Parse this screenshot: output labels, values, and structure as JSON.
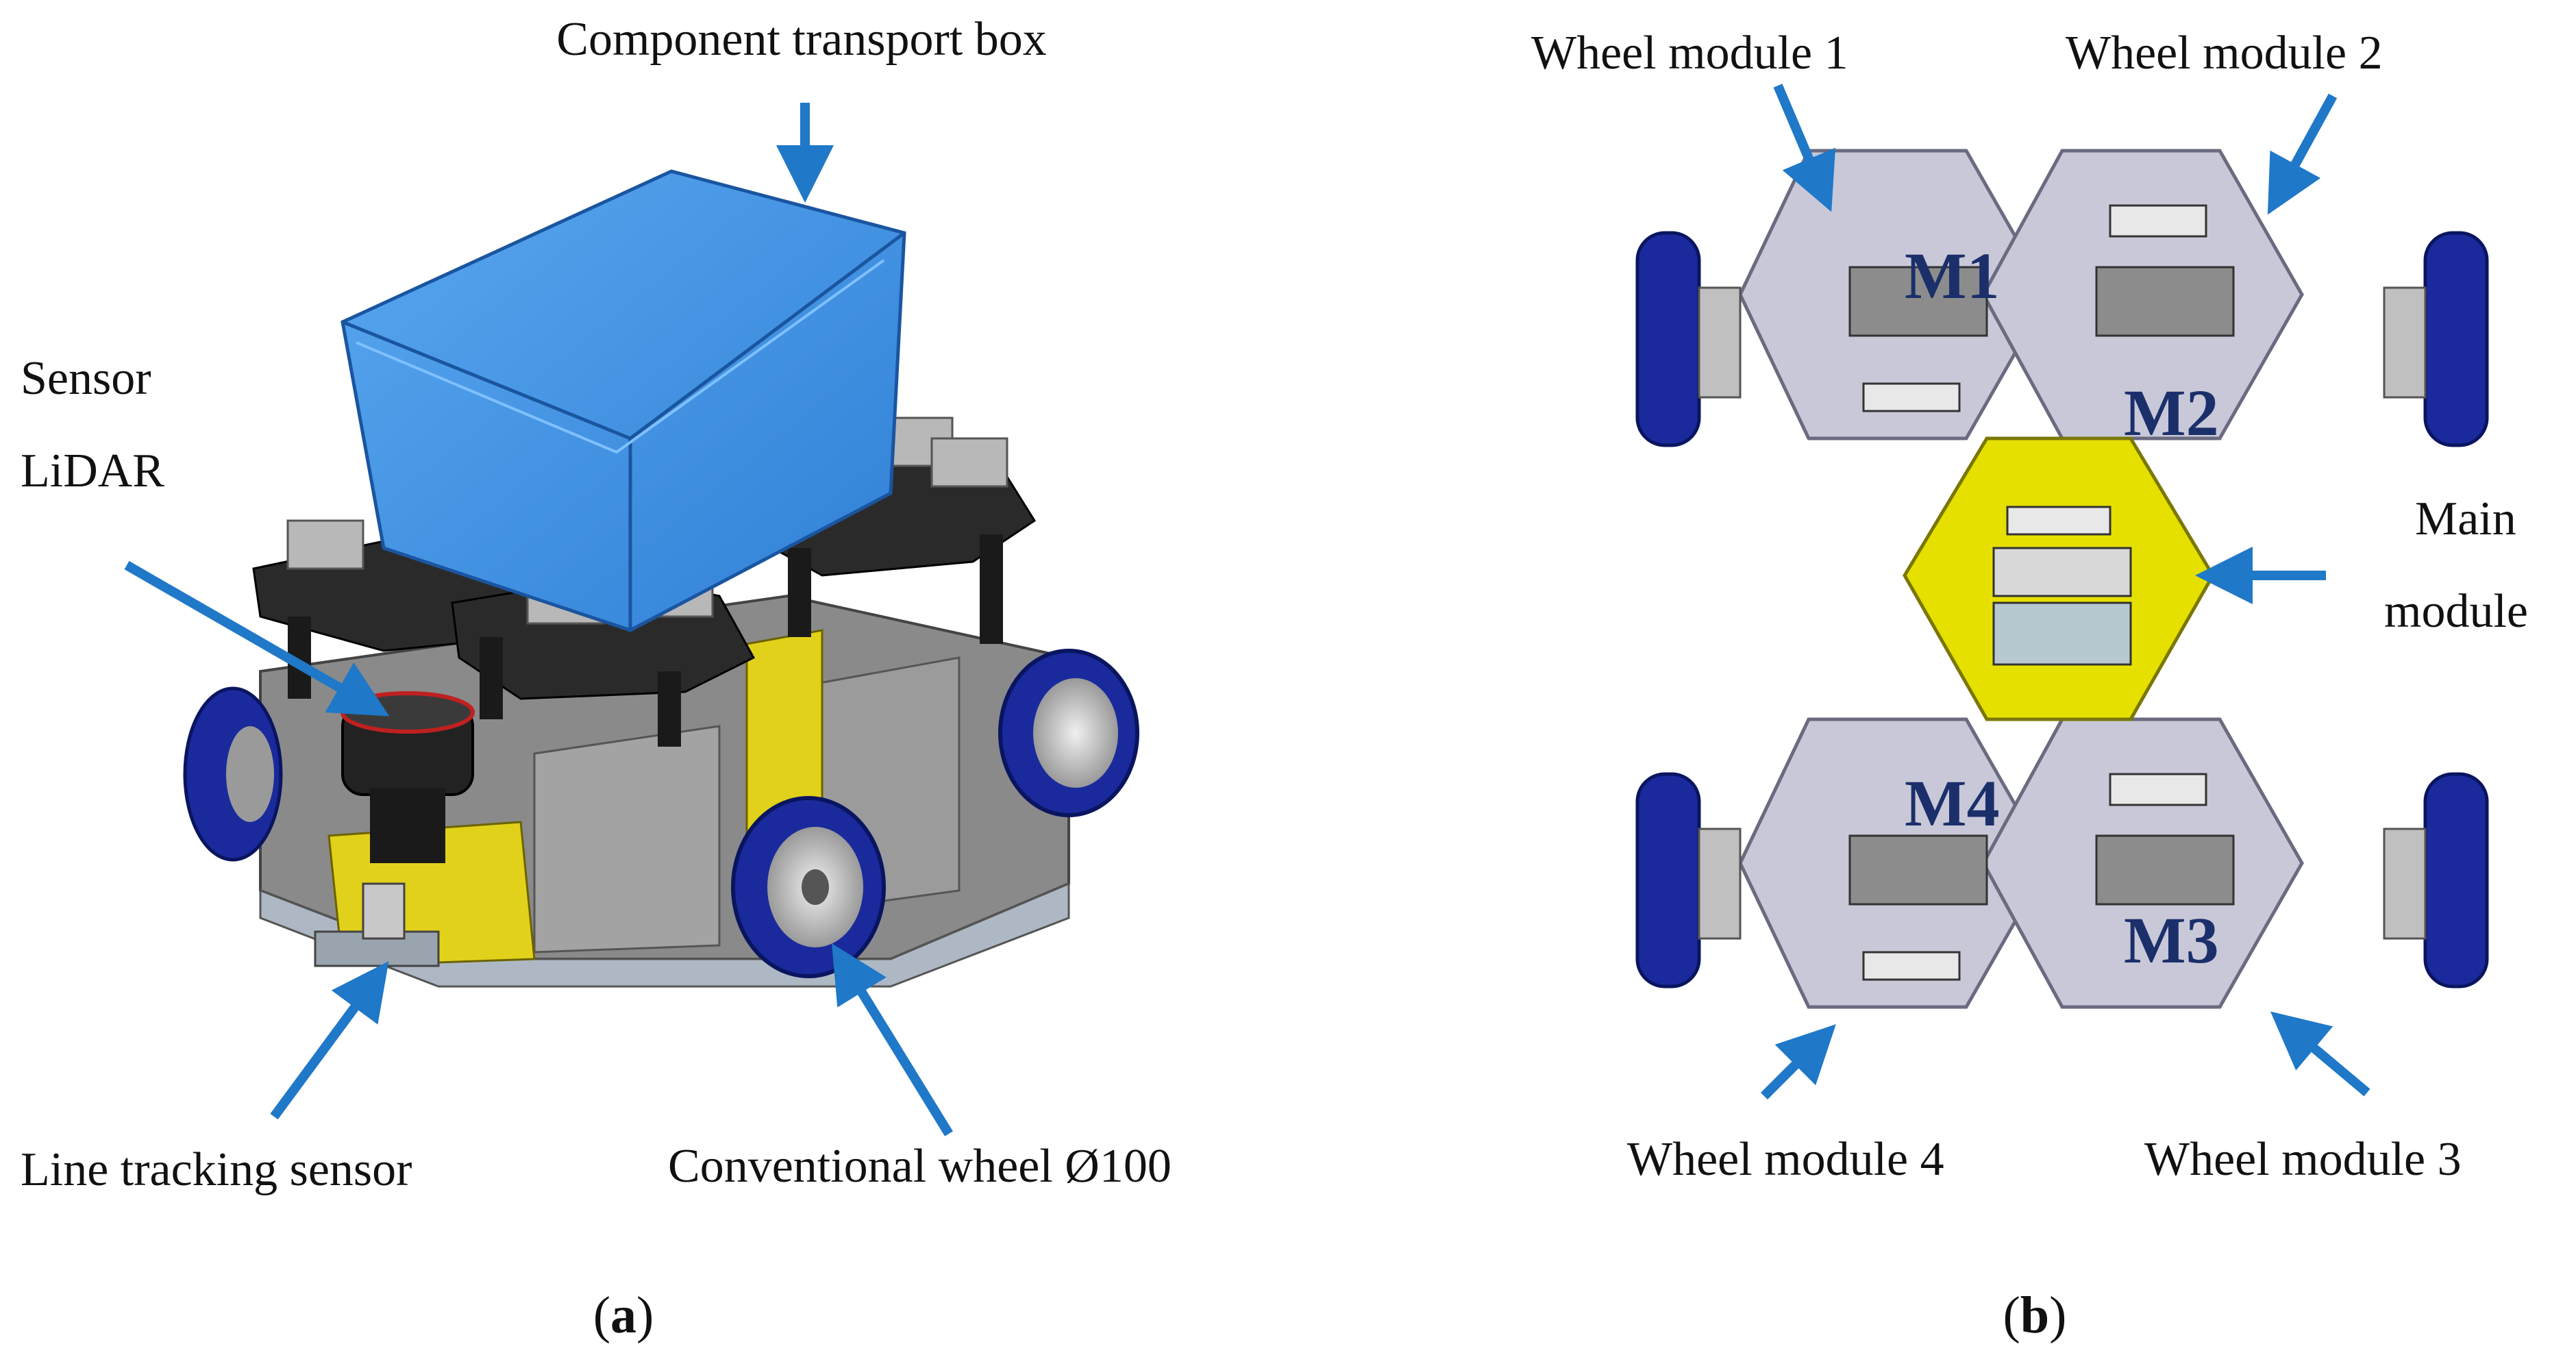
{
  "panel_a": {
    "labels": {
      "transport_box": "Component transport box",
      "sensor_line1": "Sensor",
      "sensor_line2": "LiDAR",
      "line_tracking": "Line tracking sensor",
      "wheel": "Conventional wheel Ø100"
    },
    "caption": {
      "open": "(",
      "letter": "a",
      "close": ")"
    }
  },
  "panel_b": {
    "labels": {
      "wm1": "Wheel module 1",
      "wm2": "Wheel module 2",
      "wm3": "Wheel module 3",
      "wm4": "Wheel module 4",
      "main_line1": "Main",
      "main_line2": "module"
    },
    "modules": {
      "m1": "M1",
      "m2": "M2",
      "m3": "M3",
      "m4": "M4"
    },
    "caption": {
      "open": "(",
      "letter": "b",
      "close": ")"
    }
  },
  "colors": {
    "arrow": "#1f78c8",
    "box": "#3d8fe0",
    "chassis_grey": "#8c8c8c",
    "plate_black": "#2a2a2a",
    "wheel_blue": "#1a2a9c",
    "main_yellow": "#e6e000",
    "wheel_plate": "#c8c8d8",
    "module_label": "#1b2f6b"
  }
}
